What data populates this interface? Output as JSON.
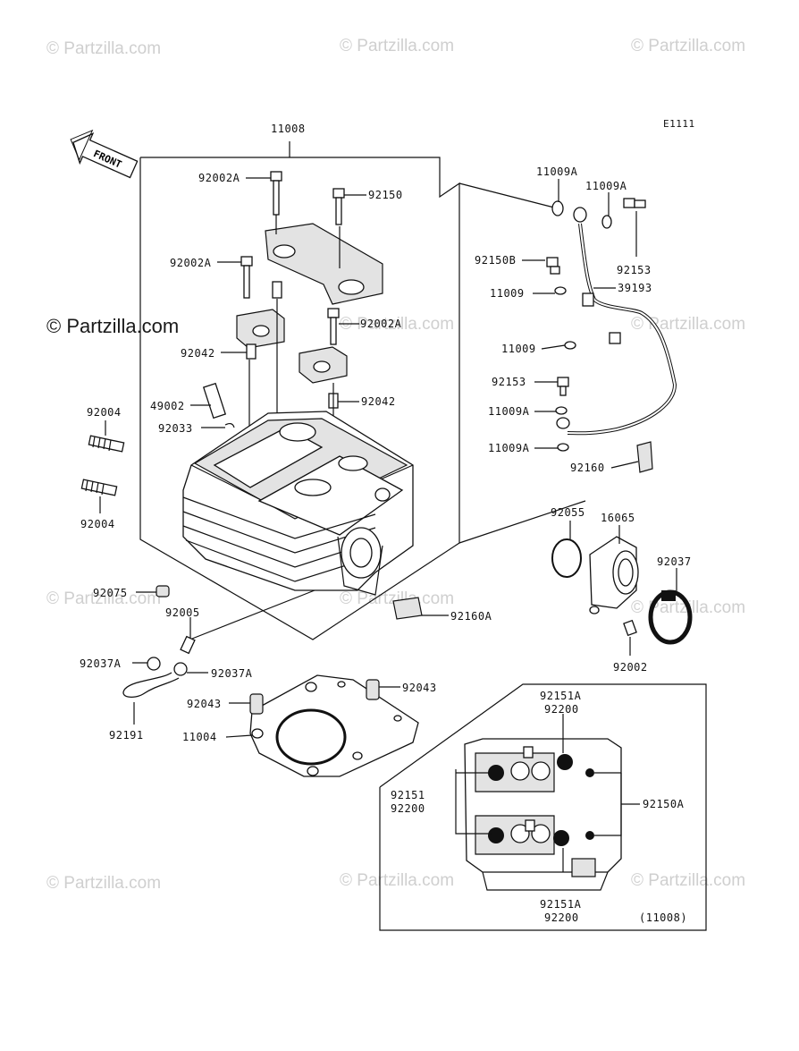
{
  "watermark": "© Partzilla.com",
  "diagram_code": "E1111",
  "front_arrow": "FRONT",
  "inset_ref": "(11008)",
  "callouts": {
    "p11008": "11008",
    "p92002A_1": "92002A",
    "p92150": "92150",
    "p92002A_2": "92002A",
    "p92002A_3": "92002A",
    "p92042_1": "92042",
    "p49002": "49002",
    "p92042_2": "92042",
    "p92033": "92033",
    "p92004_1": "92004",
    "p92004_2": "92004",
    "p11009A_1": "11009A",
    "p11009A_2": "11009A",
    "p92150B": "92150B",
    "p92153_1": "92153",
    "p11009_1": "11009",
    "p39193": "39193",
    "p11009_2": "11009",
    "p92153_2": "92153",
    "p11009A_3": "11009A",
    "p11009A_4": "11009A",
    "p92160": "92160",
    "p92055": "92055",
    "p16065": "16065",
    "p92037": "92037",
    "p92075": "92075",
    "p92005": "92005",
    "p92160A": "92160A",
    "p92002": "92002",
    "p92037A_1": "92037A",
    "p92037A_2": "92037A",
    "p92043_1": "92043",
    "p92043_2": "92043",
    "p11004": "11004",
    "p92191": "92191",
    "p92151A_1": "92151A",
    "p92200_1": "92200",
    "p92151": "92151",
    "p92200_2": "92200",
    "p92150A": "92150A",
    "p92151A_2": "92151A",
    "p92200_3": "92200"
  }
}
